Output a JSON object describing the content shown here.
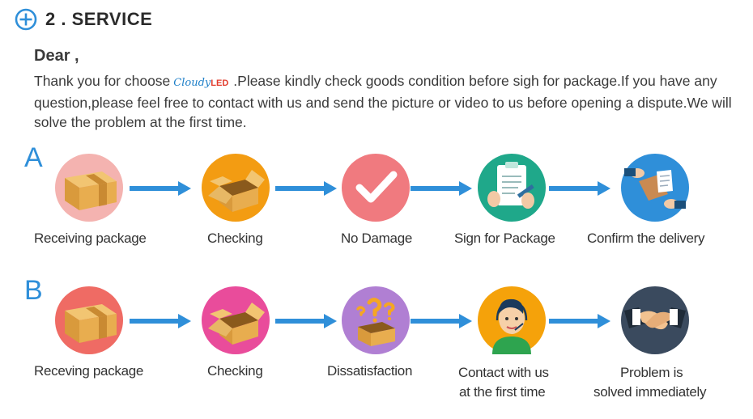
{
  "header": {
    "title": "2 . SERVICE",
    "icon": "plus-circle-icon",
    "accent": "#2f8fd9"
  },
  "intro": {
    "greeting": "Dear ,",
    "text_before": "Thank you for choose",
    "logo_left": "Cloudy",
    "logo_right": "LED",
    "text_after": ".Please kindly check goods condition before sigh for package.If you have any  question,please feel free to contact with us and send the picture or video to us before opening a dispute.We will solve the problem at the first time."
  },
  "rows": [
    {
      "letter": "A",
      "steps": [
        {
          "label": "Receiving package",
          "icon": "package-icon",
          "color": "#f4b3b0"
        },
        {
          "label": "Checking",
          "icon": "open-box-icon",
          "color": "#f39c12"
        },
        {
          "label": "No Damage",
          "icon": "checkmark-icon",
          "color": "#f07a7f"
        },
        {
          "label": "Sign for Package",
          "icon": "clipboard-sign-icon",
          "color": "#1fa88a"
        },
        {
          "label": "Confirm the delivery",
          "icon": "handover-icon",
          "color": "#2f8fd9"
        }
      ]
    },
    {
      "letter": "B",
      "steps": [
        {
          "label": "Receving package",
          "icon": "package-icon",
          "color": "#ef6b64"
        },
        {
          "label": "Checking",
          "icon": "open-box-icon",
          "color": "#e94c9b"
        },
        {
          "label": "Dissatisfaction",
          "icon": "question-box-icon",
          "color": "#b07fd3"
        },
        {
          "label": "Contact with us",
          "label2": "at the first time",
          "icon": "support-agent-icon",
          "color": "#f5a20a"
        },
        {
          "label": "Problem is",
          "label2": "solved immediately",
          "icon": "handshake-icon",
          "color": "#3a4a5e"
        }
      ]
    }
  ]
}
